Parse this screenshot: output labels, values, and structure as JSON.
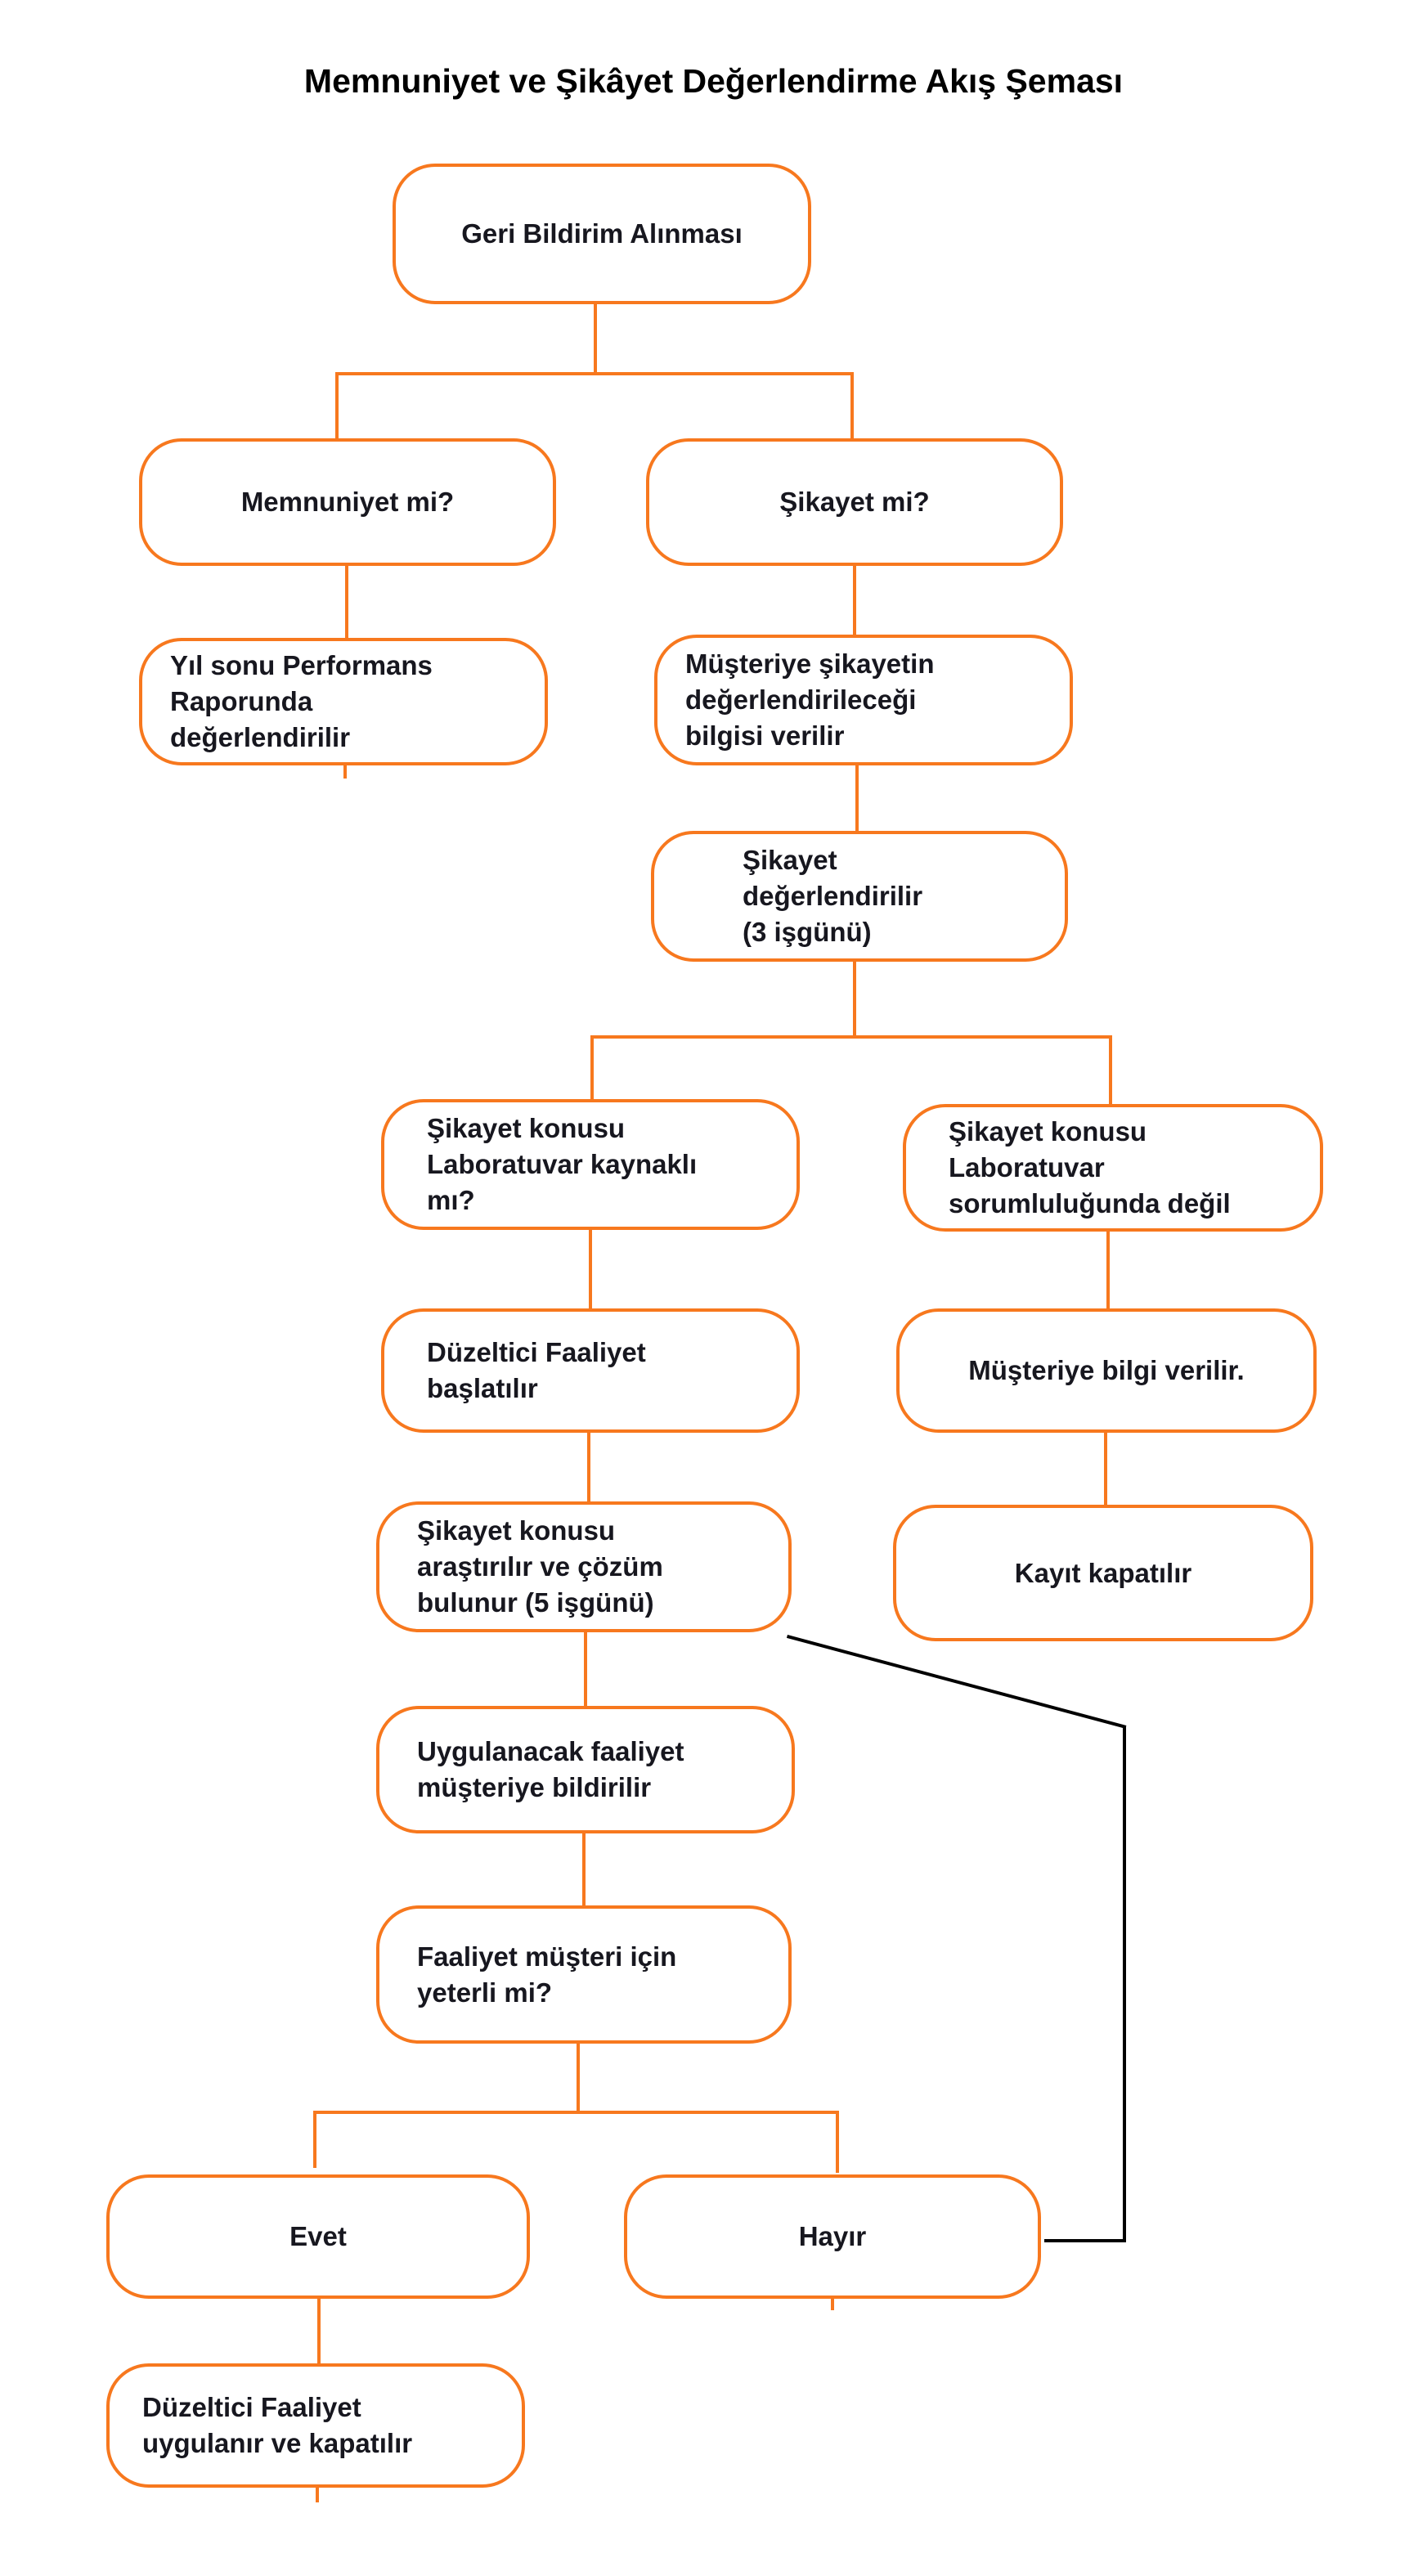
{
  "title": "Memnuniyet ve Şikâyet Değerlendirme Akış Şeması",
  "colors": {
    "node_border": "#f7781e",
    "connector": "#f7781e",
    "loop_line": "#000000",
    "node_text": "#17171f",
    "title_text": "#000000",
    "background": "#ffffff"
  },
  "nodes": {
    "geri_bildirim": {
      "label": "Geri Bildirim Alınması"
    },
    "memnuniyet": {
      "label": "Memnuniyet mi?"
    },
    "sikayet_mi": {
      "label": "Şikayet mi?"
    },
    "yil_sonu": {
      "label": "Yıl sonu Performans\nRaporunda\ndeğerlendirilir"
    },
    "musteriye_sikayetin": {
      "label": "Müşteriye şikayetin\ndeğerlendirileceği\nbilgisi verilir"
    },
    "sikayet_degerlendirilir": {
      "label": "Şikayet\ndeğerlendirilir\n(3 işgünü)"
    },
    "kaynakli_mi": {
      "label": "Şikayet konusu\nLaboratuvar kaynaklı\nmı?"
    },
    "sorumlulugunda_degil": {
      "label": "Şikayet konusu\nLaboratuvar\nsorumluluğunda değil"
    },
    "duzeltici_baslatilir": {
      "label": "Düzeltici Faaliyet\nbaşlatılır"
    },
    "musteriye_bilgi": {
      "label": "Müşteriye bilgi verilir."
    },
    "arastirilir": {
      "label": "Şikayet konusu\naraştırılır ve çözüm\nbulunur (5 işgünü)"
    },
    "kayit_kapatilir": {
      "label": "Kayıt kapatılır"
    },
    "uygulanacak": {
      "label": "Uygulanacak faaliyet\nmüşteriye bildirilir"
    },
    "yeterli_mi": {
      "label": "Faaliyet müşteri için\nyeterli mi?"
    },
    "evet": {
      "label": "Evet"
    },
    "hayir": {
      "label": "Hayır"
    },
    "duzeltici_uygulanir": {
      "label": "Düzeltici Faaliyet\nuygulanır ve kapatılır"
    }
  }
}
